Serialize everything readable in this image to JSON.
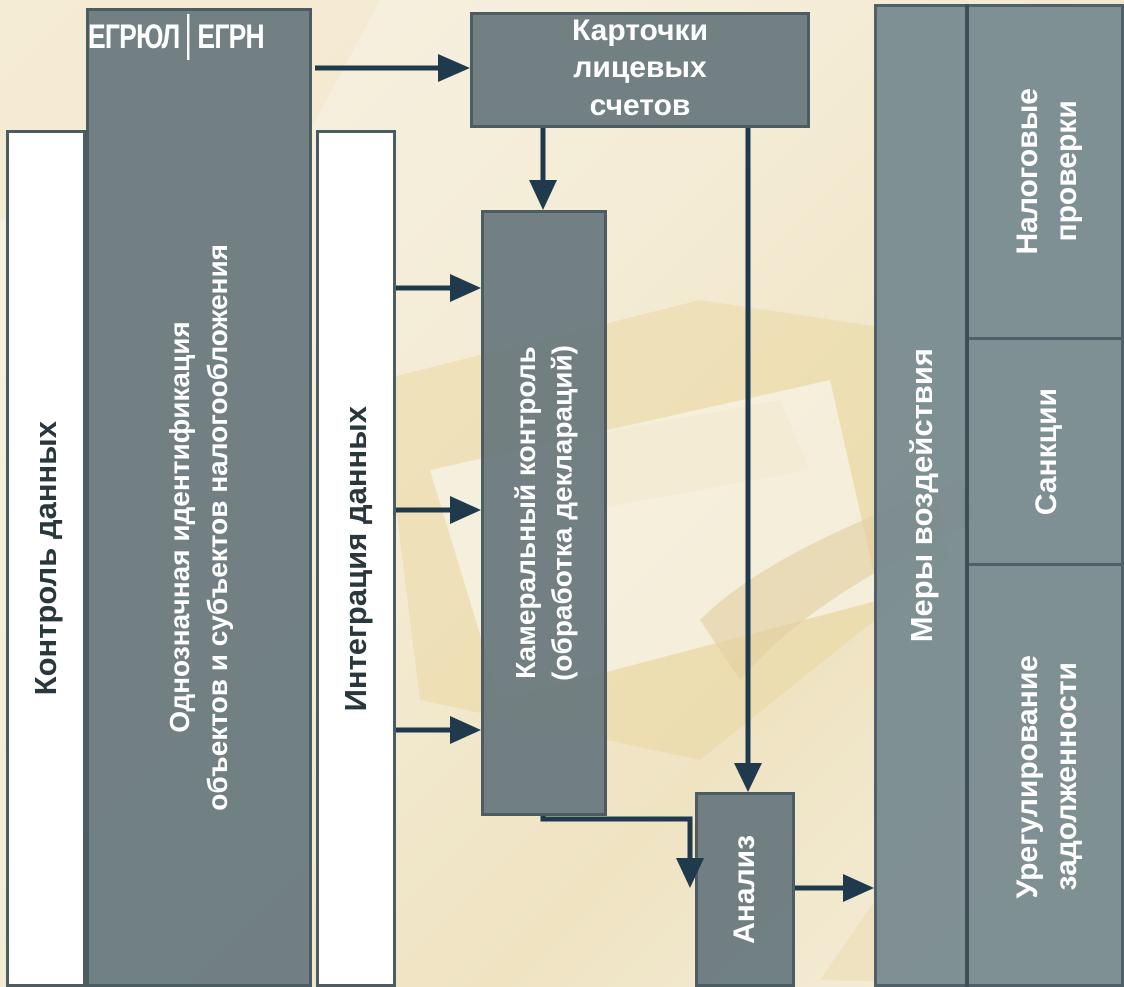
{
  "logos": {
    "left": "ЕГРЮЛ",
    "right": "ЕГРН"
  },
  "boxes": {
    "data_control": "Контроль данных",
    "identification_line1": "Однозначная идентификация",
    "identification_line2": "объектов и субъектов налогообложения",
    "data_integration": "Интеграция данных",
    "account_cards": "Карточки лицевых счетов",
    "desk_audit_line1": "Камеральный контроль",
    "desk_audit_line2": "(обработка деклараций)",
    "analysis": "Анализ",
    "measures": "Меры воздействия",
    "tax_audits_line1": "Налоговые",
    "tax_audits_line2": "проверки",
    "sanctions": "Санкции",
    "debt_line1": "Урегулирование",
    "debt_line2": "задолженности"
  },
  "colors": {
    "box_fill": "#66767c",
    "box_border": "#4b5c63",
    "arrow": "#1f3a4d",
    "text_light": "#ffffff",
    "text_dark": "#2a373d"
  }
}
